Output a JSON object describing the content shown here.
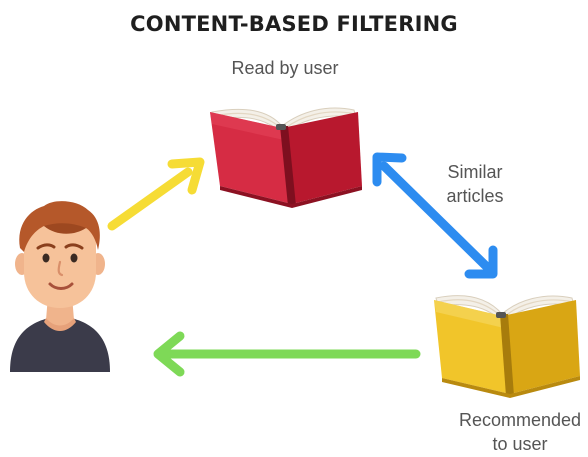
{
  "diagram": {
    "title": "CONTENT-BASED FILTERING",
    "read_label": "Read by user",
    "similar_label": {
      "line1": "Similar",
      "line2": "articles"
    },
    "recommended_label": {
      "line1": "Recommended",
      "line2": "to user"
    }
  },
  "colors": {
    "arrow_yellow": "#f6dc35",
    "arrow_blue": "#2d8cf0",
    "arrow_green": "#7ed957",
    "book_red": "#c8203a",
    "book_yellow": "#e8b81c"
  },
  "icons": [
    "user-avatar",
    "red-book-icon",
    "yellow-book-icon"
  ]
}
